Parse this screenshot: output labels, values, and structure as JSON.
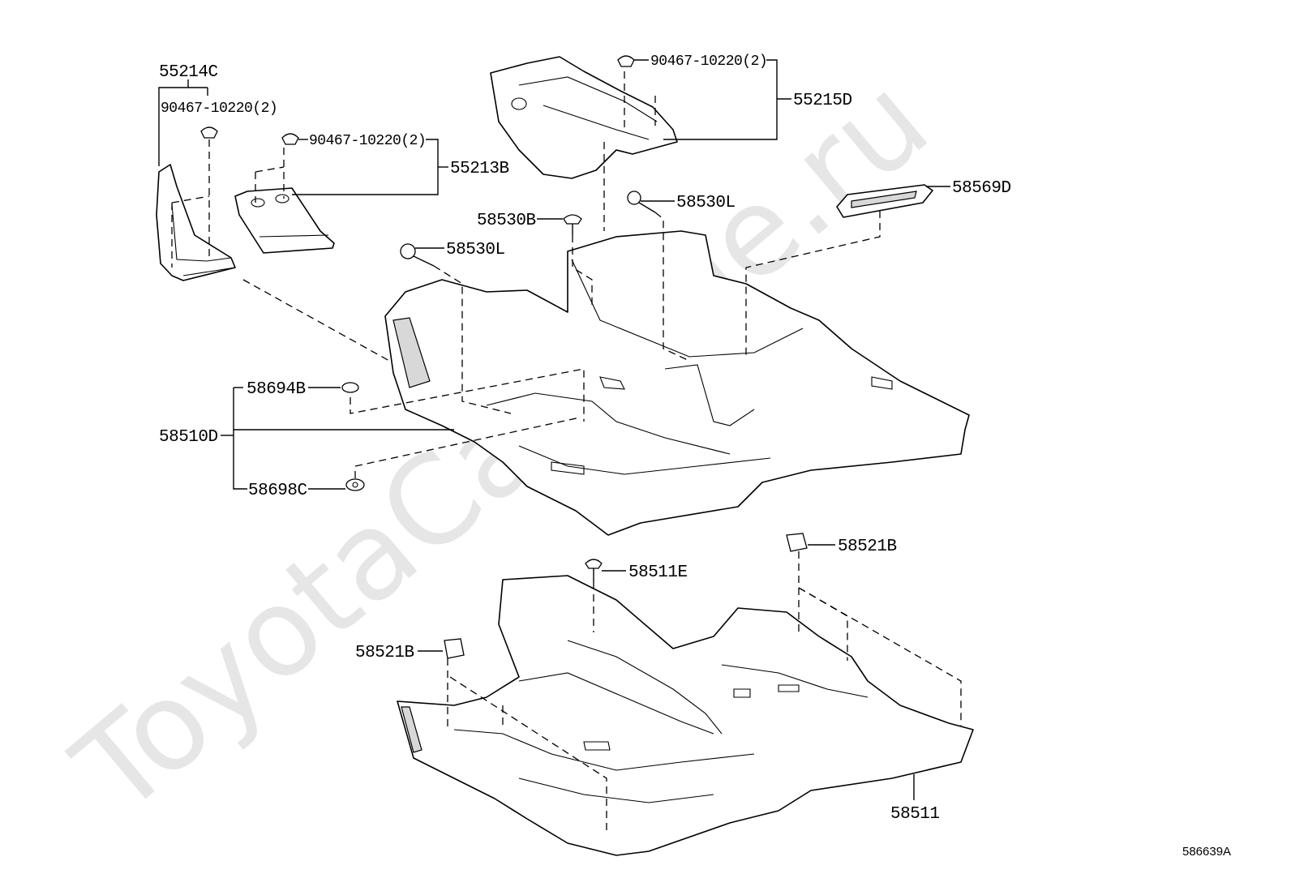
{
  "watermark": "ToyotaCarMine.ru",
  "diagram_ref": "586639A",
  "labels": {
    "p55214C": "55214C",
    "p90467_a": "90467-10220(2)",
    "p90467_b": "90467-10220(2)",
    "p90467_c": "90467-10220(2)",
    "p55213B": "55213B",
    "p55215D": "55215D",
    "p58569D": "58569D",
    "p58530L_a": "58530L",
    "p58530B": "58530B",
    "p58530L_b": "58530L",
    "p58694B": "58694B",
    "p58510D": "58510D",
    "p58698C": "58698C",
    "p58521B_a": "58521B",
    "p58511E": "58511E",
    "p58521B_b": "58521B",
    "p58511": "58511"
  }
}
